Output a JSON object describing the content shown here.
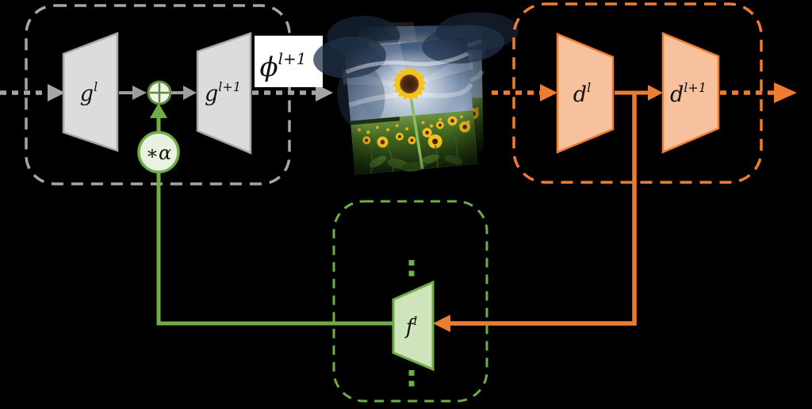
{
  "colors": {
    "background": "#000000",
    "gray": "#a6a6a6",
    "gray_fill": "#dcdcdc",
    "gray_arrow": "#9d9d9d",
    "green": "#70ad47",
    "green_dark": "#5d8a3c",
    "green_fill": "#d0e4bc",
    "green_circle_fill": "#e9f2e0",
    "orange": "#ed7d31",
    "orange_fill": "#f6c19c",
    "phi_box_bg": "#ffffff",
    "label_color": "#111111"
  },
  "nodes": {
    "g_l": {
      "base": "g",
      "sup": "l"
    },
    "g_l1": {
      "base": "g",
      "sup": "l+1"
    },
    "phi_l1": {
      "base": "ϕ",
      "sup": "l+1"
    },
    "alpha": {
      "label": "∗α"
    },
    "d_l": {
      "base": "d",
      "sup": "l"
    },
    "d_l1": {
      "base": "d",
      "sup": "l+1"
    },
    "f_l": {
      "base": "f",
      "sup": "l"
    }
  },
  "icons": {
    "sum": "plus-circle-icon",
    "continuation": "ellipsis-icon",
    "photo": "sunflower-field-photo"
  }
}
